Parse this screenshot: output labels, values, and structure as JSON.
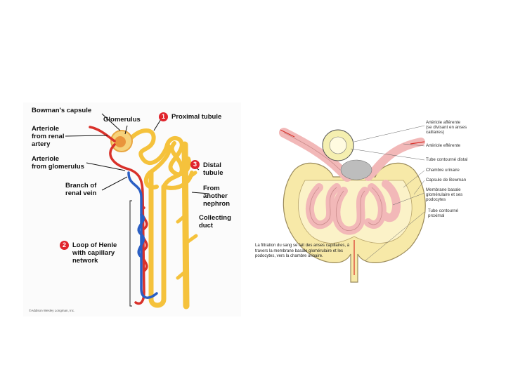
{
  "left": {
    "labels": {
      "bowman": "Bowman's capsule",
      "glomerulus": "Glomerulus",
      "proximal": "Proximal tubule",
      "art_renal_1": "Arteriole",
      "art_renal_2": "from renal",
      "art_renal_3": "artery",
      "art_glom_1": "Arteriole",
      "art_glom_2": "from glomerulus",
      "distal_1": "Distal",
      "distal_2": "tubule",
      "branch_1": "Branch of",
      "branch_2": "renal vein",
      "another_1": "From",
      "another_2": "another",
      "another_3": "nephron",
      "collect_1": "Collecting",
      "collect_2": "duct",
      "henle_1": "Loop of Henle",
      "henle_2": "with capillary",
      "henle_3": "network"
    },
    "numbers": {
      "n1": "1",
      "n2": "2",
      "n3": "3"
    },
    "credit": "©Addison Wesley Longman, Inc."
  },
  "right": {
    "labels": {
      "aff_1": "Artériole afférente",
      "aff_2": "(se divisant en anses",
      "aff_3": "caillaires)",
      "eff": "Artériole efférente",
      "distal": "Tube contourné distal",
      "chambre": "Chambre urinaire",
      "capsule": "Capsule de Bowman",
      "membrane_1": "Membrane basale",
      "membrane_2": "glomérulaire et ses",
      "membrane_3": "podocytes",
      "proximal_1": "Tube contourné",
      "proximal_2": "proximal"
    },
    "note": "La filtration du sang se fait des anses capillaires, à travers la membrane basale glomérulaire et les podocytes, vers la chambre urinaire."
  },
  "colors": {
    "tubule": "#f5c23c",
    "artery": "#d9312a",
    "vein": "#2a5fc4",
    "capsule_fill": "#f7e9a8",
    "loop_pink": "#f2b8b8",
    "marker": "#e0242c"
  }
}
